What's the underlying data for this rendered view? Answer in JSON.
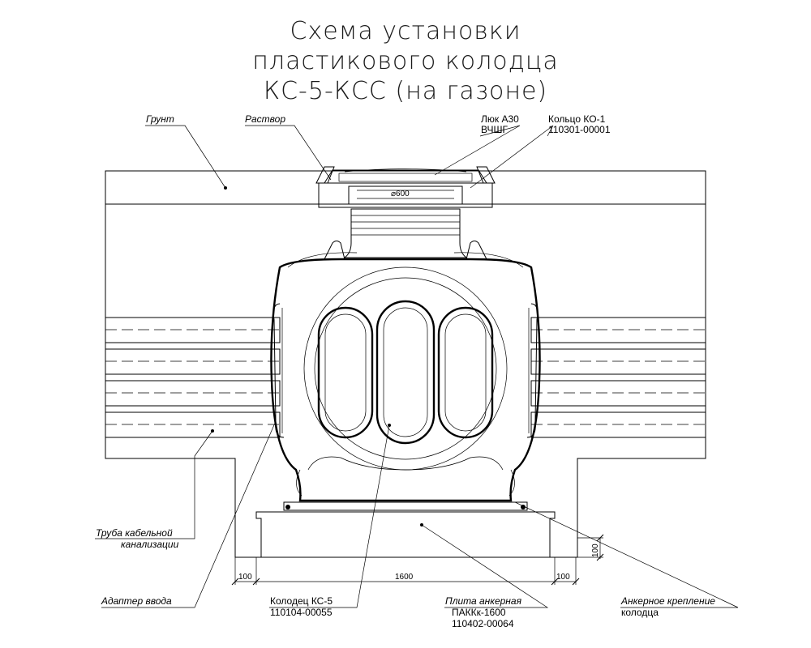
{
  "title": {
    "line1": "Схема установки",
    "line2": "пластикового колодца",
    "line3": "КС-5-КСС (на газоне)"
  },
  "labels": {
    "grunt": "Грунт",
    "rastvor": "Раствор",
    "lyuk_line1": "Люк А30",
    "lyuk_line2": "ВЧШГ",
    "koltso_line1": "Кольцо КО-1",
    "koltso_line2": "110301-00001",
    "truba_line1": "Труба кабельной",
    "truba_line2": "канализации",
    "adapter": "Адаптер ввода",
    "kolodets_line1": "Колодец КС-5",
    "kolodets_line2": "110104-00055",
    "plita_line1": "Плита анкерная",
    "plita_line2": "ПАККк-1600",
    "plita_line3": "110402-00064",
    "ankernoe_line1": "Анкерное крепление",
    "ankernoe_line2": "колодца"
  },
  "dimensions": {
    "diameter": "⌀600",
    "left_margin": "100",
    "plate_width": "1600",
    "right_margin": "100",
    "plate_height": "100"
  }
}
